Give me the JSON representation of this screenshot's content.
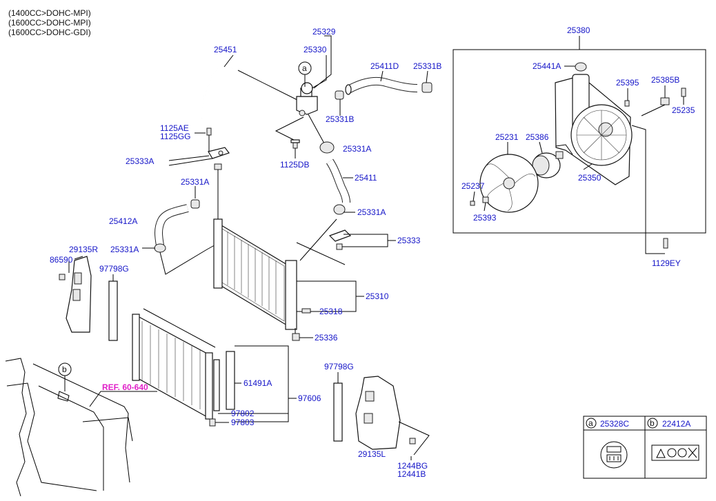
{
  "header": {
    "lines": [
      "(1400CC>DOHC-MPI)",
      "(1600CC>DOHC-MPI)",
      "(1600CC>DOHC-GDI)"
    ]
  },
  "parts": {
    "p25329": "25329",
    "p25330": "25330",
    "p25451": "25451",
    "p25411D": "25411D",
    "p25331B_a": "25331B",
    "p25331B_b": "25331B",
    "p1125AE": "1125AE",
    "p1125GG": "1125GG",
    "p25331A_a": "25331A",
    "p25331A_b": "25331A",
    "p25331A_c": "25331A",
    "p25331A_d": "25331A",
    "p1125DB": "1125DB",
    "p25333A": "25333A",
    "p25411": "25411",
    "p25412A": "25412A",
    "p25333": "25333",
    "p29135R": "29135R",
    "p86590": "86590",
    "p97798G_a": "97798G",
    "p97798G_b": "97798G",
    "p25310": "25310",
    "p25318": "25318",
    "p25336": "25336",
    "p61491A": "61491A",
    "p97606": "97606",
    "p97802": "97802",
    "p97803": "97803",
    "p29135L": "29135L",
    "p1244BG": "1244BG",
    "p12441B": "12441B",
    "p25380": "25380",
    "p25441A": "25441A",
    "p25395": "25395",
    "p25385B": "25385B",
    "p25235": "25235",
    "p25231": "25231",
    "p25386": "25386",
    "p25237": "25237",
    "p25393": "25393",
    "p25350": "25350",
    "p1129EY": "1129EY"
  },
  "callouts": {
    "a": "a",
    "b": "b"
  },
  "ref": {
    "label": "REF. 60-640"
  },
  "legend": {
    "a_letter": "a",
    "a_part": "25328C",
    "b_letter": "b",
    "b_part": "22412A"
  }
}
